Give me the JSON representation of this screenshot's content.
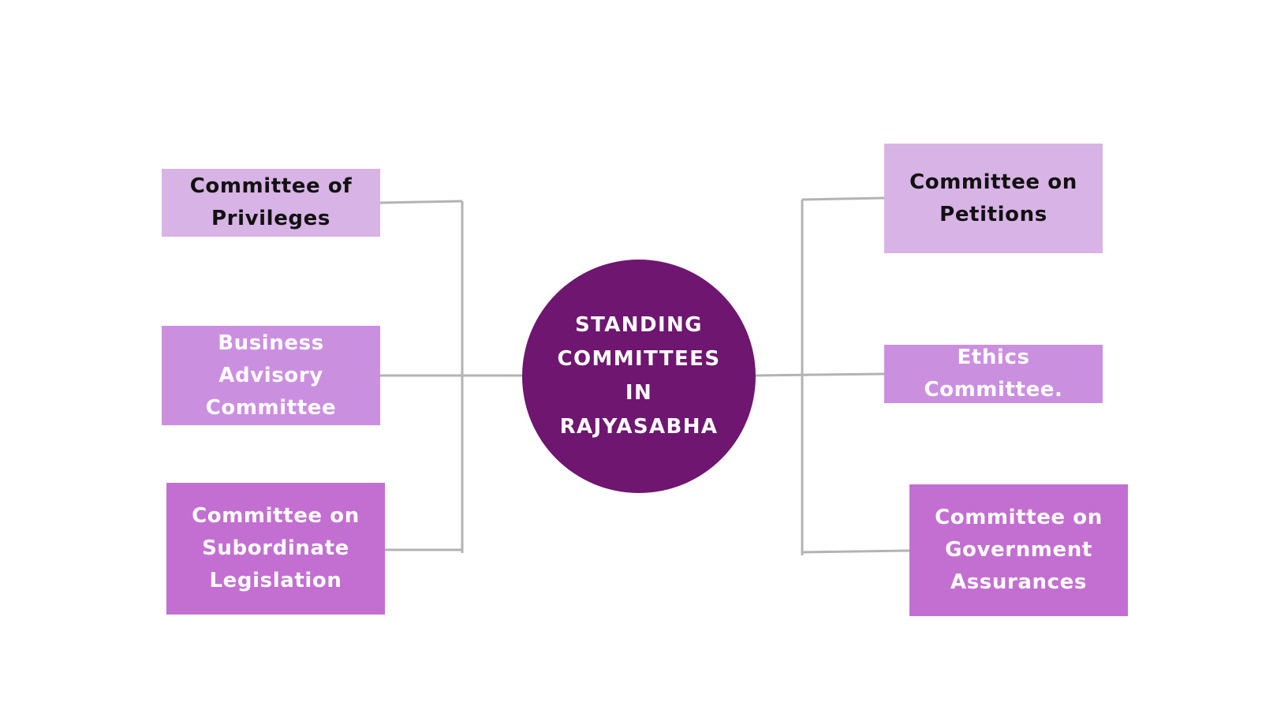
{
  "colors": {
    "center_fill": "#6e1670",
    "center_text": "#ffffff",
    "connector": "#b3b3b3"
  },
  "center": {
    "label": "STANDING\nCOMMITTEES\nIN\nRAJYASABHA"
  },
  "nodes": [
    {
      "id": "privileges",
      "label": "Committee of\nPrivileges",
      "bg": "#d8b3e5",
      "fg": "#111111"
    },
    {
      "id": "business",
      "label": "Business Advisory\nCommittee",
      "bg": "#cb8fe0",
      "fg": "#ffffff"
    },
    {
      "id": "subordinate",
      "label": "Committee on\nSubordinate\nLegislation",
      "bg": "#c36fd1",
      "fg": "#ffffff"
    },
    {
      "id": "petitions",
      "label": "Committee on\nPetitions",
      "bg": "#d8b3e5",
      "fg": "#111111"
    },
    {
      "id": "ethics",
      "label": "Ethics Committee.",
      "bg": "#cb8fe0",
      "fg": "#ffffff"
    },
    {
      "id": "assurances",
      "label": "Committee on\nGovernment\nAssurances",
      "bg": "#c36fd1",
      "fg": "#ffffff"
    }
  ]
}
